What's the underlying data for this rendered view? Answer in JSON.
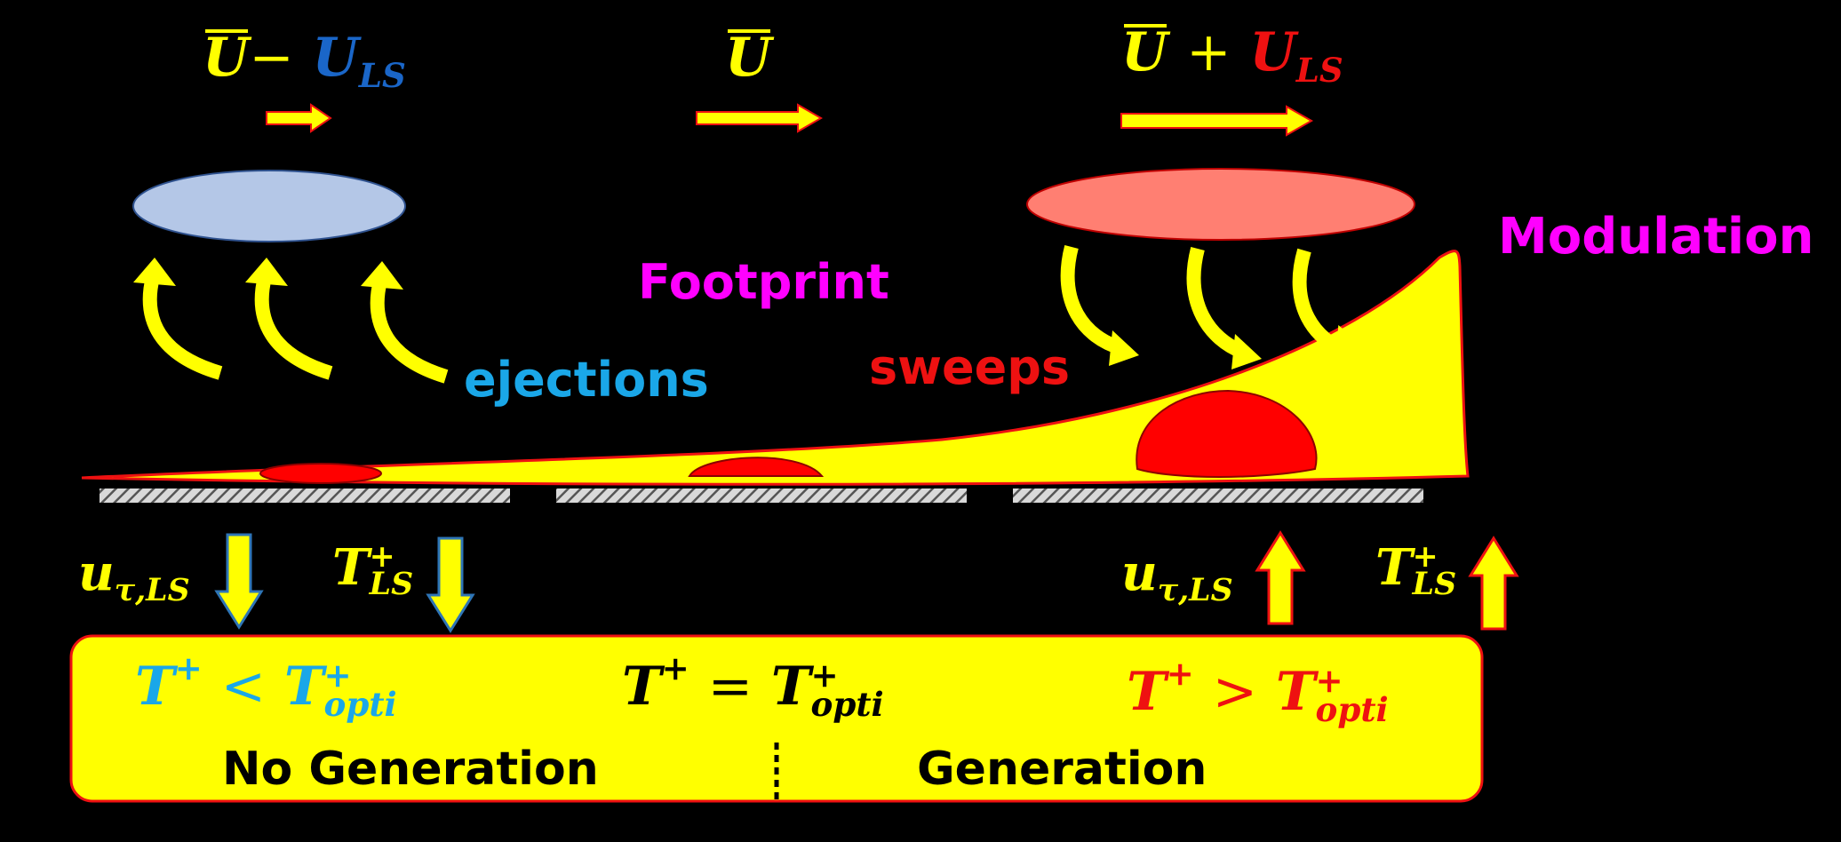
{
  "colors": {
    "background": "#000000",
    "yellow": "#FFFF00",
    "slow_blue": "#1A66C8",
    "fast_red": "#EE1111",
    "magenta": "#FF00FF",
    "cyan": "#1AA7E8",
    "slow_ellipse": "#B4C7E7",
    "fast_ellipse": "#FF7F72"
  },
  "velocities": {
    "slow": {
      "base": "U",
      "op": "−",
      "ls": "U",
      "ls_sub": "LS"
    },
    "mean": {
      "base": "U"
    },
    "fast": {
      "base": "U",
      "op": "+",
      "ls": "U",
      "ls_sub": "LS"
    }
  },
  "labels": {
    "footprint": "Footprint",
    "modulation": "Modulation",
    "ejections": "ejections",
    "sweeps": "sweeps"
  },
  "responses": {
    "utau_main": "u",
    "utau_sub": "τ,LS",
    "t_main": "T",
    "t_sup": "+",
    "t_sub": "LS"
  },
  "regimes": {
    "left": {
      "lhs": "T",
      "sup": "+",
      "rel": "<",
      "rhs": "T",
      "rhs_sup": "+",
      "rhs_sub": "opti"
    },
    "middle": {
      "lhs": "T",
      "sup": "+",
      "rel": "=",
      "rhs": "T",
      "rhs_sup": "+",
      "rhs_sub": "opti"
    },
    "right": {
      "lhs": "T",
      "sup": "+",
      "rel": ">",
      "rhs": "T",
      "rhs_sup": "+",
      "rhs_sub": "opti"
    }
  },
  "outcomes": {
    "no_generation": "No Generation",
    "generation": "Generation"
  },
  "icons": [
    "arrow-right-icon",
    "curved-arrow-icon",
    "arrow-down-icon",
    "arrow-up-icon"
  ]
}
